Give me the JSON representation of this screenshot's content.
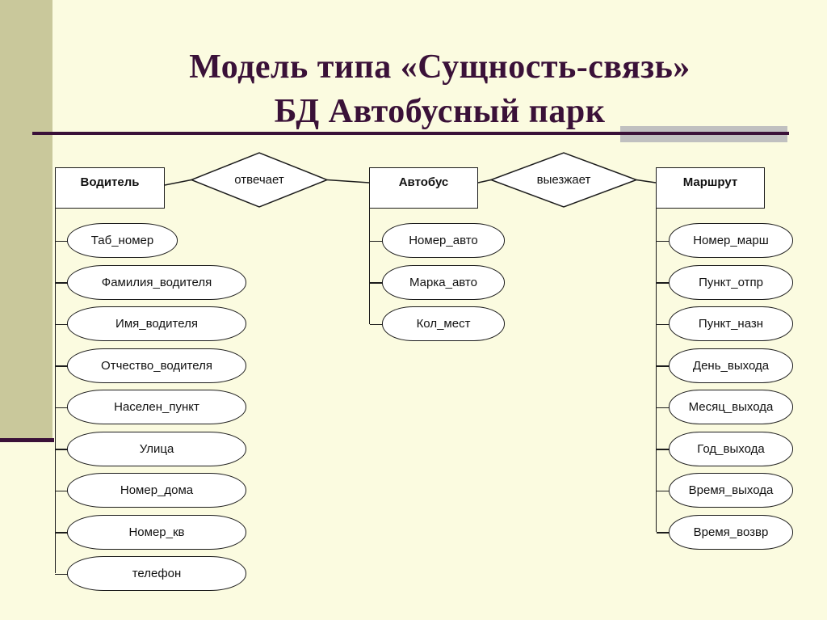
{
  "slide": {
    "title_line1": "Модель типа «Сущность-связь»",
    "title_line2": "БД Автобусный парк"
  },
  "diagram": {
    "entities": [
      {
        "name": "Водитель",
        "attributes": [
          "Таб_номер",
          "Фамилия_водителя",
          "Имя_водителя",
          "Отчество_водителя",
          "Населен_пункт",
          "Улица",
          "Номер_дома",
          "Номер_кв",
          "телефон"
        ]
      },
      {
        "name": "Автобус",
        "attributes": [
          "Номер_авто",
          "Марка_авто",
          "Кол_мест"
        ]
      },
      {
        "name": "Маршрут",
        "attributes": [
          "Номер_марш",
          "Пункт_отпр",
          "Пункт_назн",
          "День_выхода",
          "Месяц_выхода",
          "Год_выхода",
          "Время_выхода",
          "Время_возвр"
        ]
      }
    ],
    "relationships": [
      {
        "label": "отвечает",
        "between": [
          "Водитель",
          "Автобус"
        ]
      },
      {
        "label": "выезжает",
        "between": [
          "Автобус",
          "Маршрут"
        ]
      }
    ]
  },
  "colors": {
    "background": "#FBFBE0",
    "left_bar": "#C9C89B",
    "accent_dark": "#3A1138",
    "gray_segment": "#C0C0C0",
    "shape_fill": "#FFFFFF",
    "shape_stroke": "#1C1C1C"
  }
}
